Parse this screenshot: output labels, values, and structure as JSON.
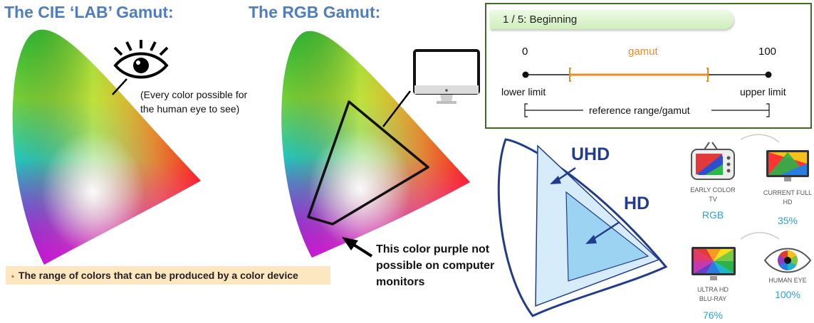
{
  "headings": {
    "cie": "The CIE ‘LAB’ Gamut:",
    "rgb": "The RGB Gamut:"
  },
  "eye_note": {
    "line1": "(Every color possible for",
    "line2": "the human eye to see)"
  },
  "purple_note": {
    "line1": "This color purple not",
    "line2": "possible on computer",
    "line3": "monitors"
  },
  "definition": "The range of colors that can be produced by a color device",
  "reference_panel": {
    "step": "1 / 5: Beginning",
    "scale_min": "0",
    "scale_max": "100",
    "gamut_label": "gamut",
    "lower_label": "lower limit",
    "upper_label": "upper limit",
    "range_label": "reference range/gamut"
  },
  "hd_diagram": {
    "uhd_label": "UHD",
    "hd_label": "HD"
  },
  "comparison": [
    {
      "caption_line1": "EARLY COLOR",
      "caption_line2": "TV",
      "value": "RGB",
      "icon": "tv-icon"
    },
    {
      "caption_line1": "CURRENT FULL",
      "caption_line2": "HD",
      "value": "35%",
      "icon": "monitor-icon"
    },
    {
      "caption_line1": "ULTRA HD",
      "caption_line2": "BLU-RAY",
      "value": "76%",
      "icon": "monitor-rainbow-icon"
    },
    {
      "caption_line1": "HUMAN EYE",
      "caption_line2": "",
      "value": "100%",
      "icon": "eye-icon"
    }
  ],
  "colors": {
    "heading": "#4f7dc0",
    "panel_border": "#3e6e24",
    "gamut_orange": "#ef8a1f",
    "hd_outline": "#213c8a",
    "percent": "#2aa3d8"
  }
}
